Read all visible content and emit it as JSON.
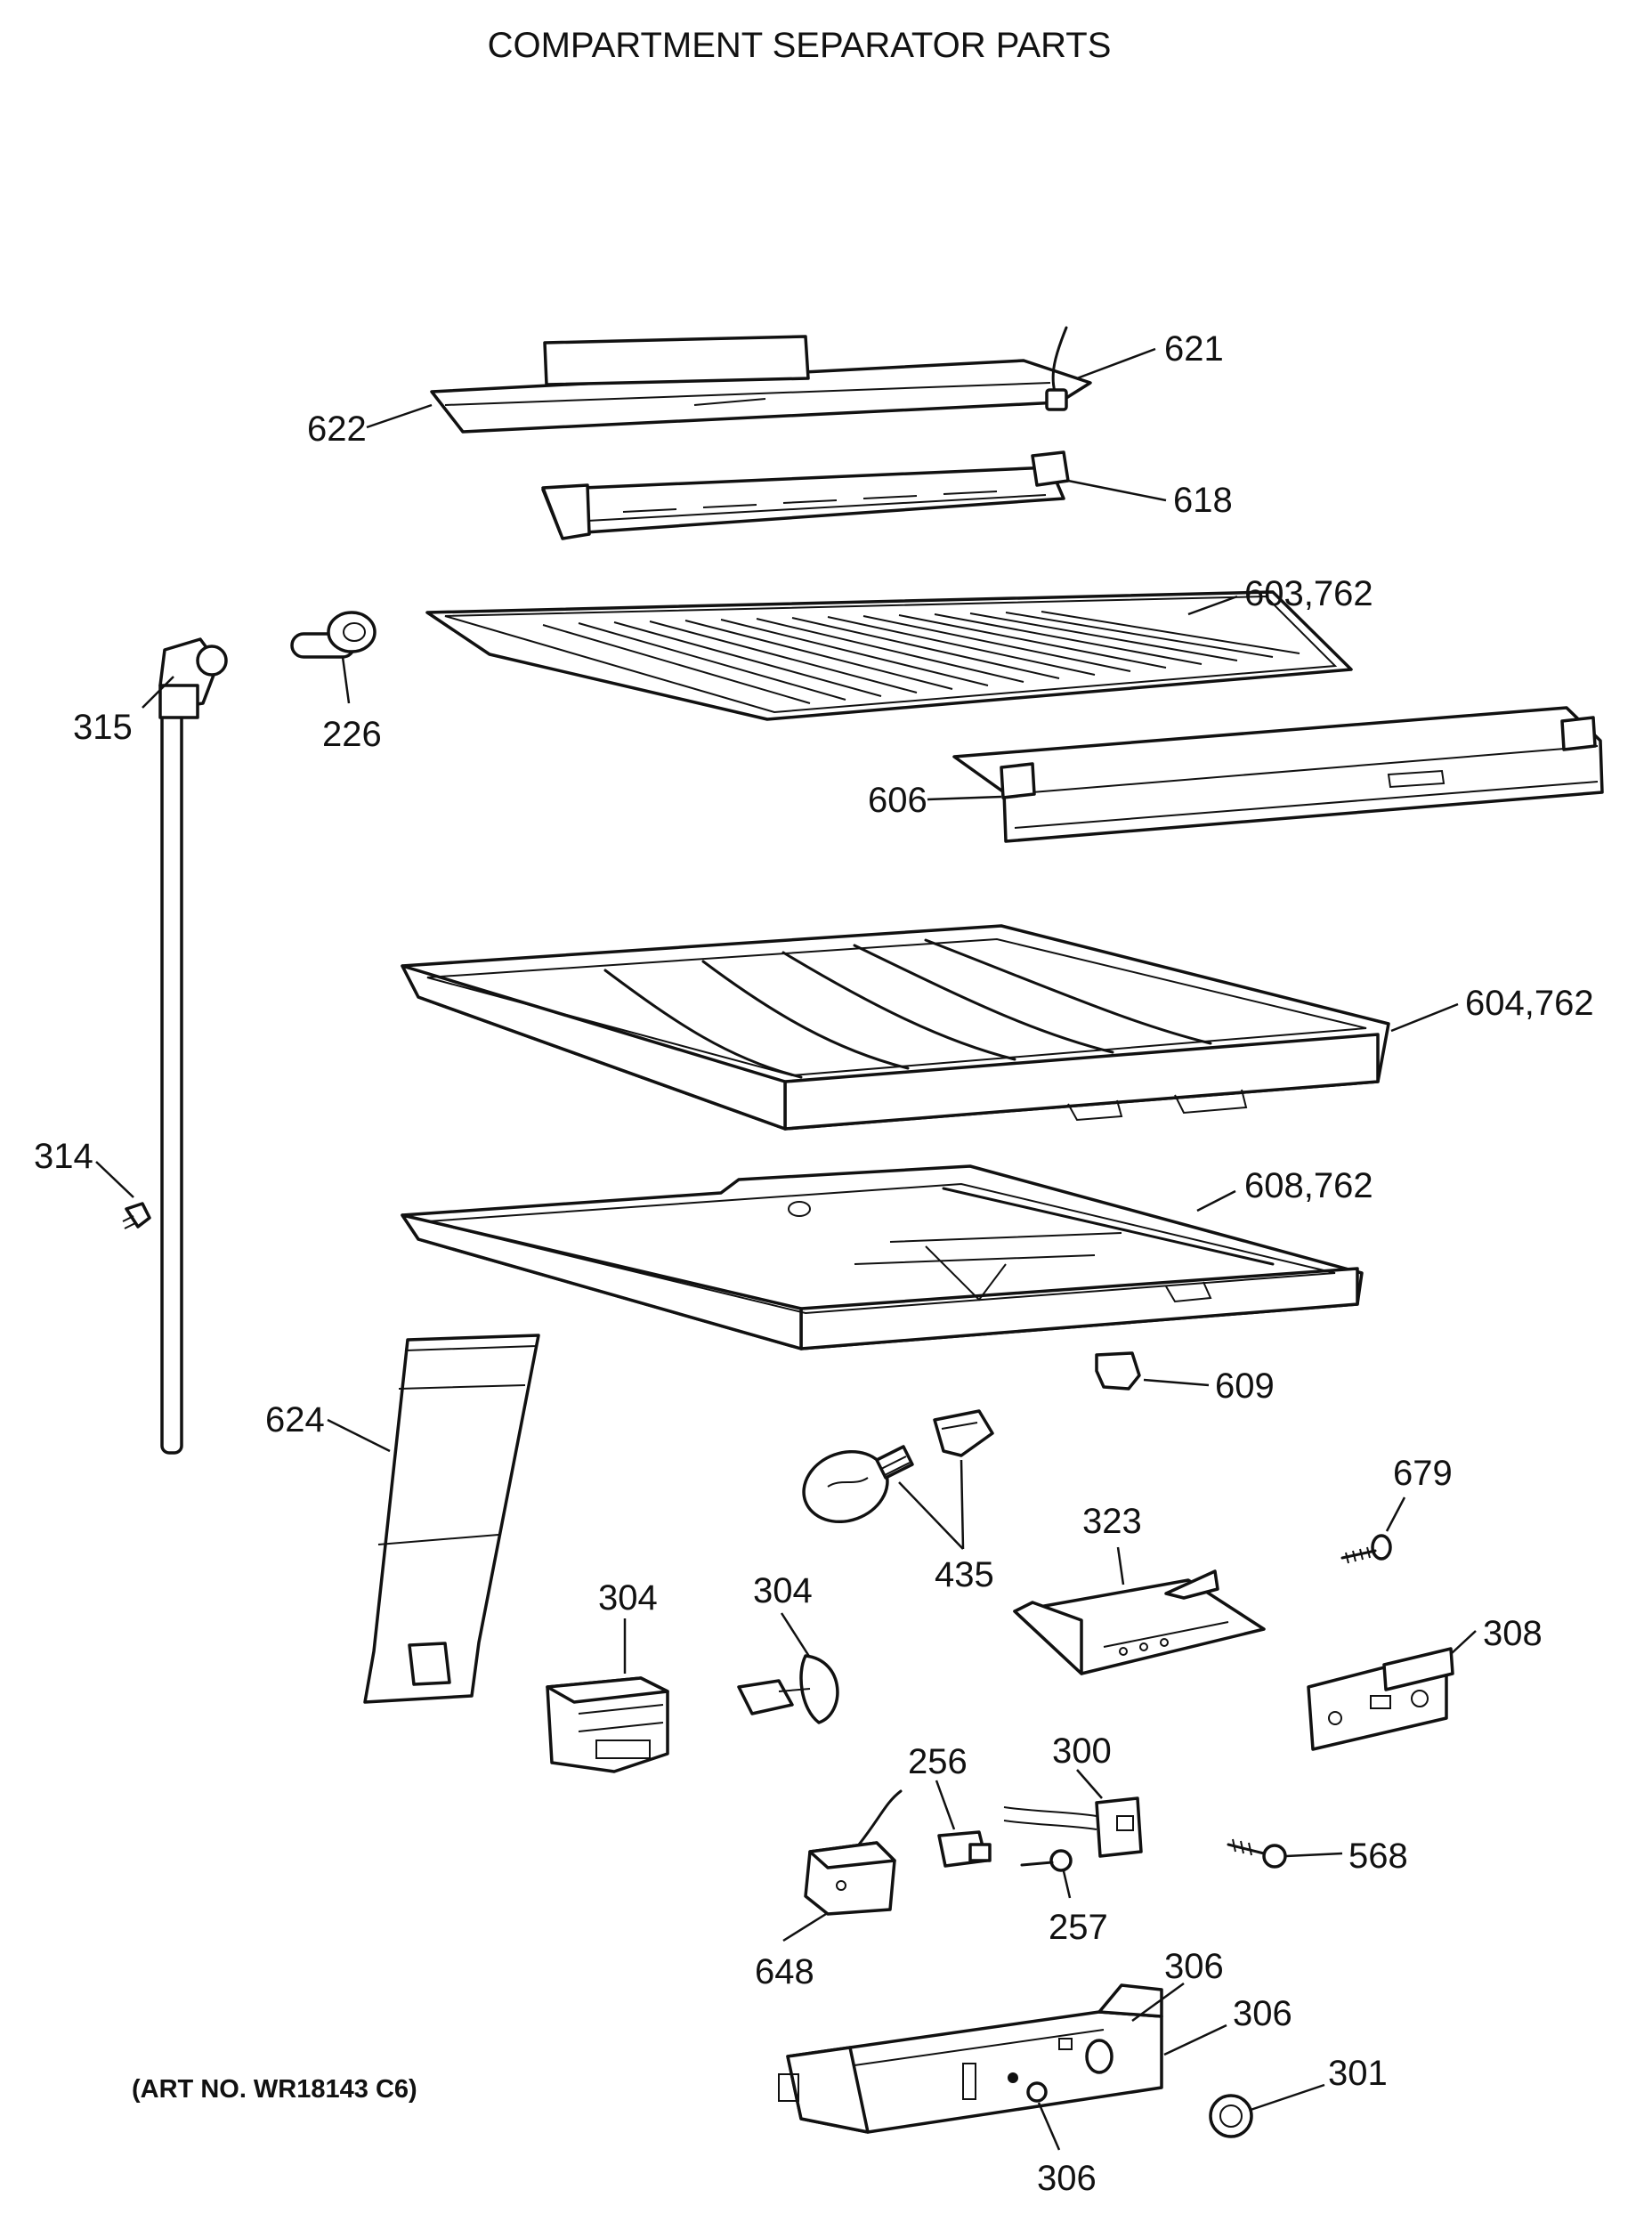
{
  "title": "COMPARTMENT SEPARATOR PARTS",
  "art_number": "(ART NO. WR18143 C6)",
  "callouts": {
    "c621": "621",
    "c622": "622",
    "c618": "618",
    "c603": "603,762",
    "c315": "315",
    "c226": "226",
    "c606": "606",
    "c604": "604,762",
    "c314": "314",
    "c608": "608,762",
    "c609": "609",
    "c624": "624",
    "c679": "679",
    "c323": "323",
    "c435": "435",
    "c304a": "304",
    "c304b": "304",
    "c308": "308",
    "c256": "256",
    "c300": "300",
    "c568": "568",
    "c257": "257",
    "c648": "648",
    "c306a": "306",
    "c306b": "306",
    "c301": "301",
    "c306c": "306"
  }
}
